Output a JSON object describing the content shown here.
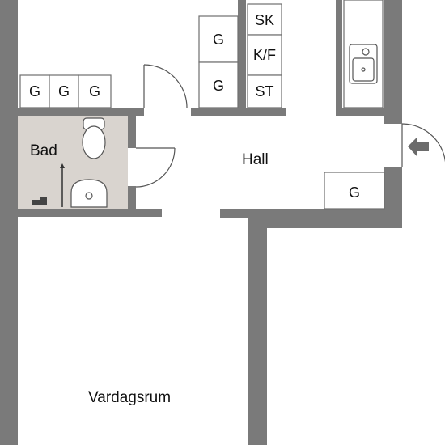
{
  "colors": {
    "wall": "#7a7a7a",
    "bathroom_floor": "#d9d4cf",
    "background": "#ffffff",
    "door_arrow": "#6b6b6b"
  },
  "rooms": {
    "bad": "Bad",
    "hall": "Hall",
    "vardagsrum": "Vardagsrum"
  },
  "cabinets": {
    "bath_row": [
      "G",
      "G",
      "G"
    ],
    "hall_left_top": "G",
    "hall_left_bottom": "G",
    "hall_right_top": "SK",
    "hall_right_middle": "K/F",
    "hall_right_bottom": "ST",
    "hall_lower_right": "G"
  },
  "icons": {
    "entrance": "entrance-arrow-icon",
    "sink": "kitchen-sink-icon",
    "toilet": "toilet-icon",
    "washbasin": "washbasin-icon"
  }
}
